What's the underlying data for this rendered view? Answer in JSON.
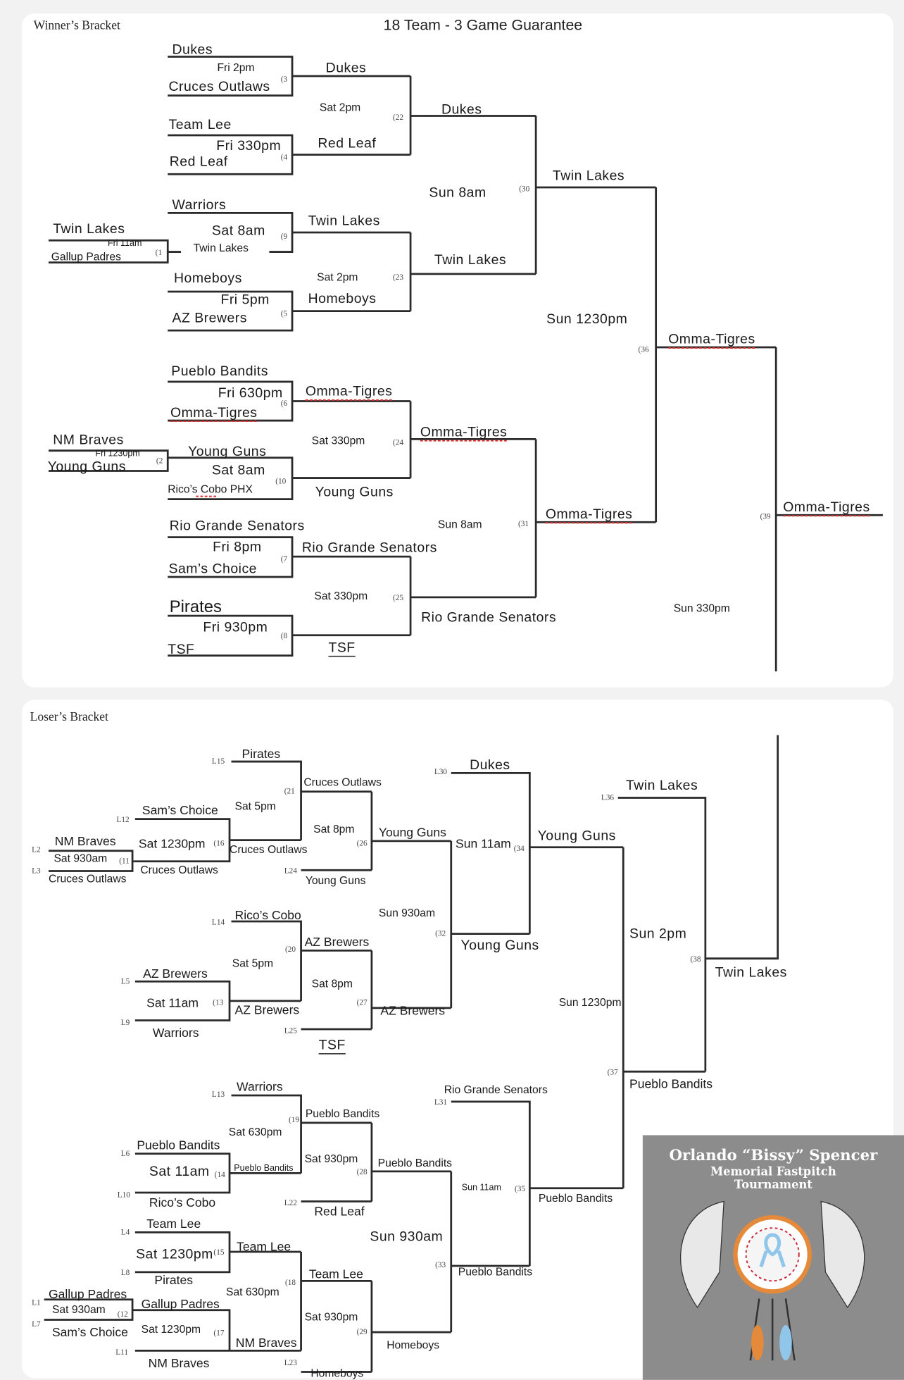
{
  "title": "18 Team - 3 Game Guarantee",
  "winners_bracket": {
    "heading": "Winner’s Bracket",
    "labels": [
      "Dukes",
      "Fri 2pm",
      "Cruces Outlaws",
      "(3",
      "Team Lee",
      "Fri 330pm",
      "Red Leaf",
      "(4",
      "Dukes",
      "Sat 2pm",
      "Red Leaf",
      "(22",
      "Dukes",
      "Warriors",
      "Sat 8am",
      "(9",
      "Twin Lakes",
      "Fri 11am",
      "Gallup Padres",
      "(1",
      "Twin Lakes",
      "Twin Lakes",
      "Homeboys",
      "Fri 5pm",
      "AZ Brewers",
      "(5",
      "Sat 2pm",
      "Homeboys",
      "(23",
      "Twin Lakes",
      "Sun 8am",
      "(30",
      "Twin Lakes",
      "Pueblo Bandits",
      "Fri 630pm",
      "Omma-Tigres",
      "(6",
      "Omma-Tigres",
      "NM Braves",
      "Fri 1230pm",
      "Young Guns",
      "(2",
      "Young Guns",
      "Sat 8am",
      "Rico’s Cobo PHX",
      "(10",
      "Young Guns",
      "Sat 330pm",
      "(24",
      "Omma-Tigres",
      "Rio Grande Senators",
      "Fri 8pm",
      "Sam’s Choice",
      "(7",
      "Rio Grande Senators",
      "Pirates",
      "Fri 930pm",
      "TSF",
      "(8",
      "TSF",
      "Sat 330pm",
      "(25",
      "Rio Grande Senators",
      "Sun 8am",
      "(31",
      "Omma-Tigres",
      "Sun 1230pm",
      "(36",
      "Omma-Tigres",
      "(39",
      "Omma-Tigres",
      "Sun 330pm"
    ]
  },
  "losers_bracket": {
    "heading": "Loser’s Bracket",
    "labels": [
      "Pirates",
      "L15",
      "(21",
      "Cruces Outlaws",
      "Sam’s Choice",
      "L12",
      "Sat 5pm",
      "Sat 1230pm",
      "(16",
      "Cruces Outlaws",
      "Cruces Outlaws",
      "NM Braves",
      "Sat 930am",
      "(11",
      "Cruces Outlaws",
      "L2",
      "L3",
      "Sat 8pm",
      "(26",
      "Young Guns",
      "L24",
      "Young Guns",
      "Dukes",
      "L30",
      "Sun 930am",
      "(32",
      "Young Guns",
      "Sun 11am",
      "(34",
      "Young Guns",
      "Rico’s Cobo",
      "L14",
      "AZ Brewers",
      "L5",
      "Sat 11am",
      "(13",
      "Warriors",
      "L9",
      "AZ Brewers",
      "Sat 5pm",
      "(20",
      "AZ Brewers",
      "Sat 8pm",
      "(27",
      "AZ Brewers",
      "L25",
      "TSF",
      "Twin Lakes",
      "L36",
      "Sun 2pm",
      "(38",
      "Twin Lakes",
      "Sun 1230pm",
      "(37",
      "Pueblo Bandits",
      "Warriors",
      "L13",
      "Pueblo Bandits",
      "L6",
      "Sat 11am",
      "(14",
      "Rico’s Cobo",
      "L10",
      "Pueblo Bandits",
      "Sat 630pm",
      "(19",
      "Pueblo Bandits",
      "Sat 930pm",
      "(28",
      "Pueblo Bandits",
      "L22",
      "Red Leaf",
      "Rio Grande Senators",
      "L31",
      "Sun 930am",
      "(33",
      "Pueblo Bandits",
      "Sun 11am",
      "(35",
      "Pueblo Bandits",
      "Team Lee",
      "L4",
      "Sat 1230pm",
      "(15",
      "Pirates",
      "L8",
      "Team Lee",
      "Gallup Padres",
      "L1",
      "Sat 930am",
      "(12",
      "Sam’s Choice",
      "L7",
      "Gallup Padres",
      "Sat 1230pm",
      "(17",
      "L11",
      "NM Braves",
      "NM Braves",
      "Sat 630pm",
      "(18",
      "Team Lee",
      "Sat 930pm",
      "(29",
      "L23",
      "Homeboys",
      "Homeboys"
    ]
  },
  "logo": {
    "line1": "Orlando “Bissy” Spencer",
    "line2": "Memorial Fastpitch",
    "line3": "Tournament"
  },
  "colors": {
    "line": "#2a2a2a",
    "spellcheck": "#e03030",
    "logo_bg": "#8c8c8c"
  }
}
